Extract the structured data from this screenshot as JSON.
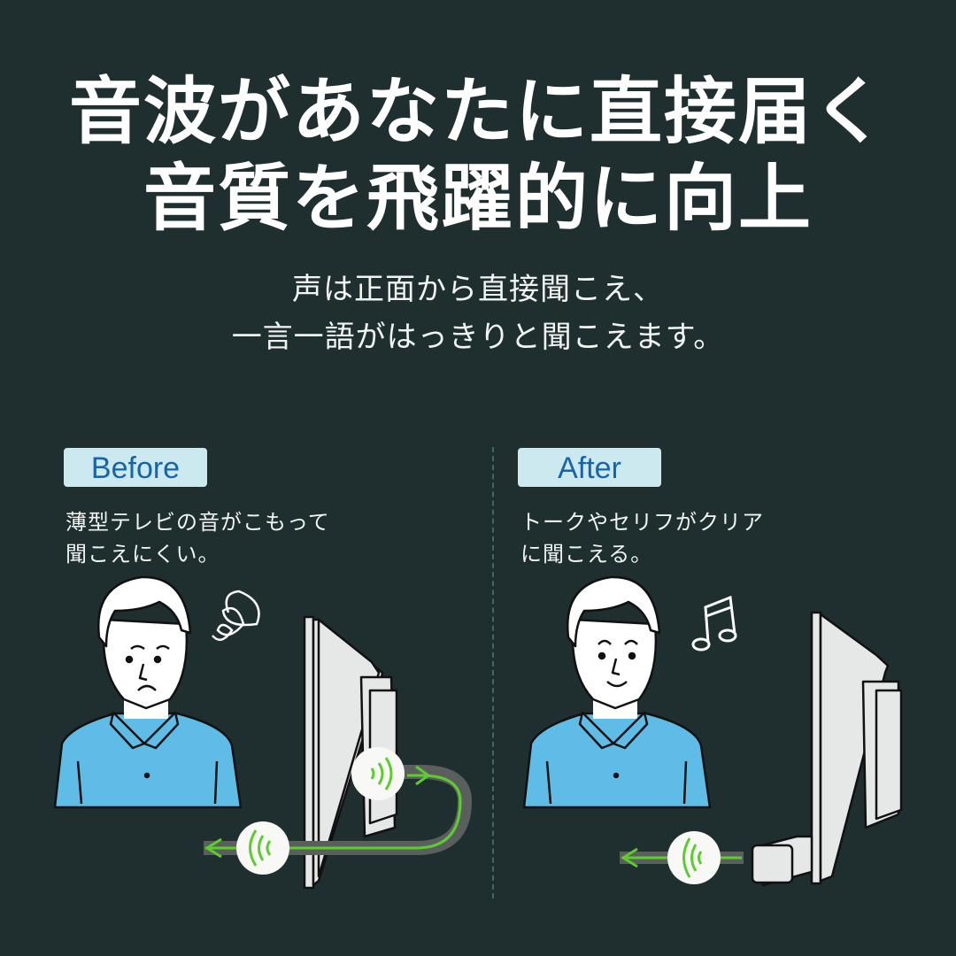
{
  "headline": {
    "line1": "音波があなたに直接届く",
    "line2": "音質を飛躍的に向上"
  },
  "subtext": {
    "line1": "声は正面から直接聞こえ、",
    "line2": "一言一語がはっきりと聞こえます。"
  },
  "before": {
    "badge": "Before",
    "desc_line1": "薄型テレビの音がこもって",
    "desc_line2": "聞こえにくい。",
    "person_mood": "confused",
    "thought_icon": "scribble-icon",
    "sound_path": "reflected"
  },
  "after": {
    "badge": "After",
    "desc_line1": "トークやセリフがクリア",
    "desc_line2": "に聞こえる。",
    "person_mood": "happy",
    "thought_icon": "music-note-icon",
    "sound_path": "direct"
  },
  "colors": {
    "background": "#1f2e2e",
    "badge_bg": "#cde9f0",
    "badge_text": "#1764a8",
    "shirt": "#5fbce6",
    "sound_green": "#5ccc2e",
    "tv_gray": "#e6e8e8",
    "path_gray": "#5a5f5e"
  }
}
